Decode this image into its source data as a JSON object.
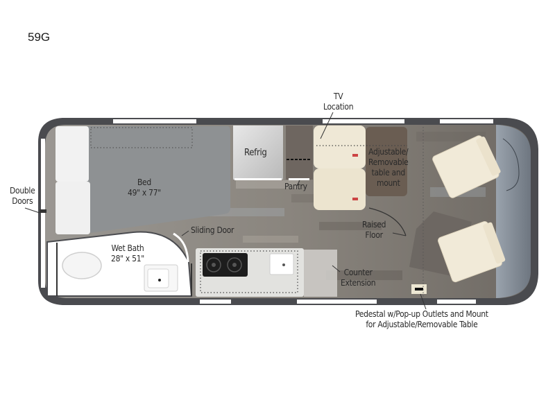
{
  "model": {
    "name": "59G"
  },
  "floorplan": {
    "labels": {
      "tv_location": "TV\nLocation",
      "tv_line1": "TV",
      "tv_line2": "Location",
      "bed_title": "Bed",
      "bed_size": "49\" x 77\"",
      "refrig": "Refrig",
      "pantry": "Pantry",
      "table_l1": "Adjustable/",
      "table_l2": "Removable",
      "table_l3": "table and",
      "table_l4": "mount",
      "double_l1": "Double",
      "double_l2": "Doors",
      "sliding_door": "Sliding Door",
      "wetbath_title": "Wet Bath",
      "wetbath_size": "28\" x 51\"",
      "raised_l1": "Raised",
      "raised_l2": "Floor",
      "counter_l1": "Counter",
      "counter_l2": "Extension",
      "pedestal_l1": "Pedestal w/Pop-up Outlets and Mount",
      "pedestal_l2": "for Adjustable/Removable Table"
    },
    "colors": {
      "wall": "#4a4b4f",
      "floor": "#8a8680",
      "bed": "#8e9193",
      "cab": "#b8c0c8",
      "seat": "#efe8d6",
      "counter": "#e4e4e2",
      "window": "#ffffff"
    }
  }
}
